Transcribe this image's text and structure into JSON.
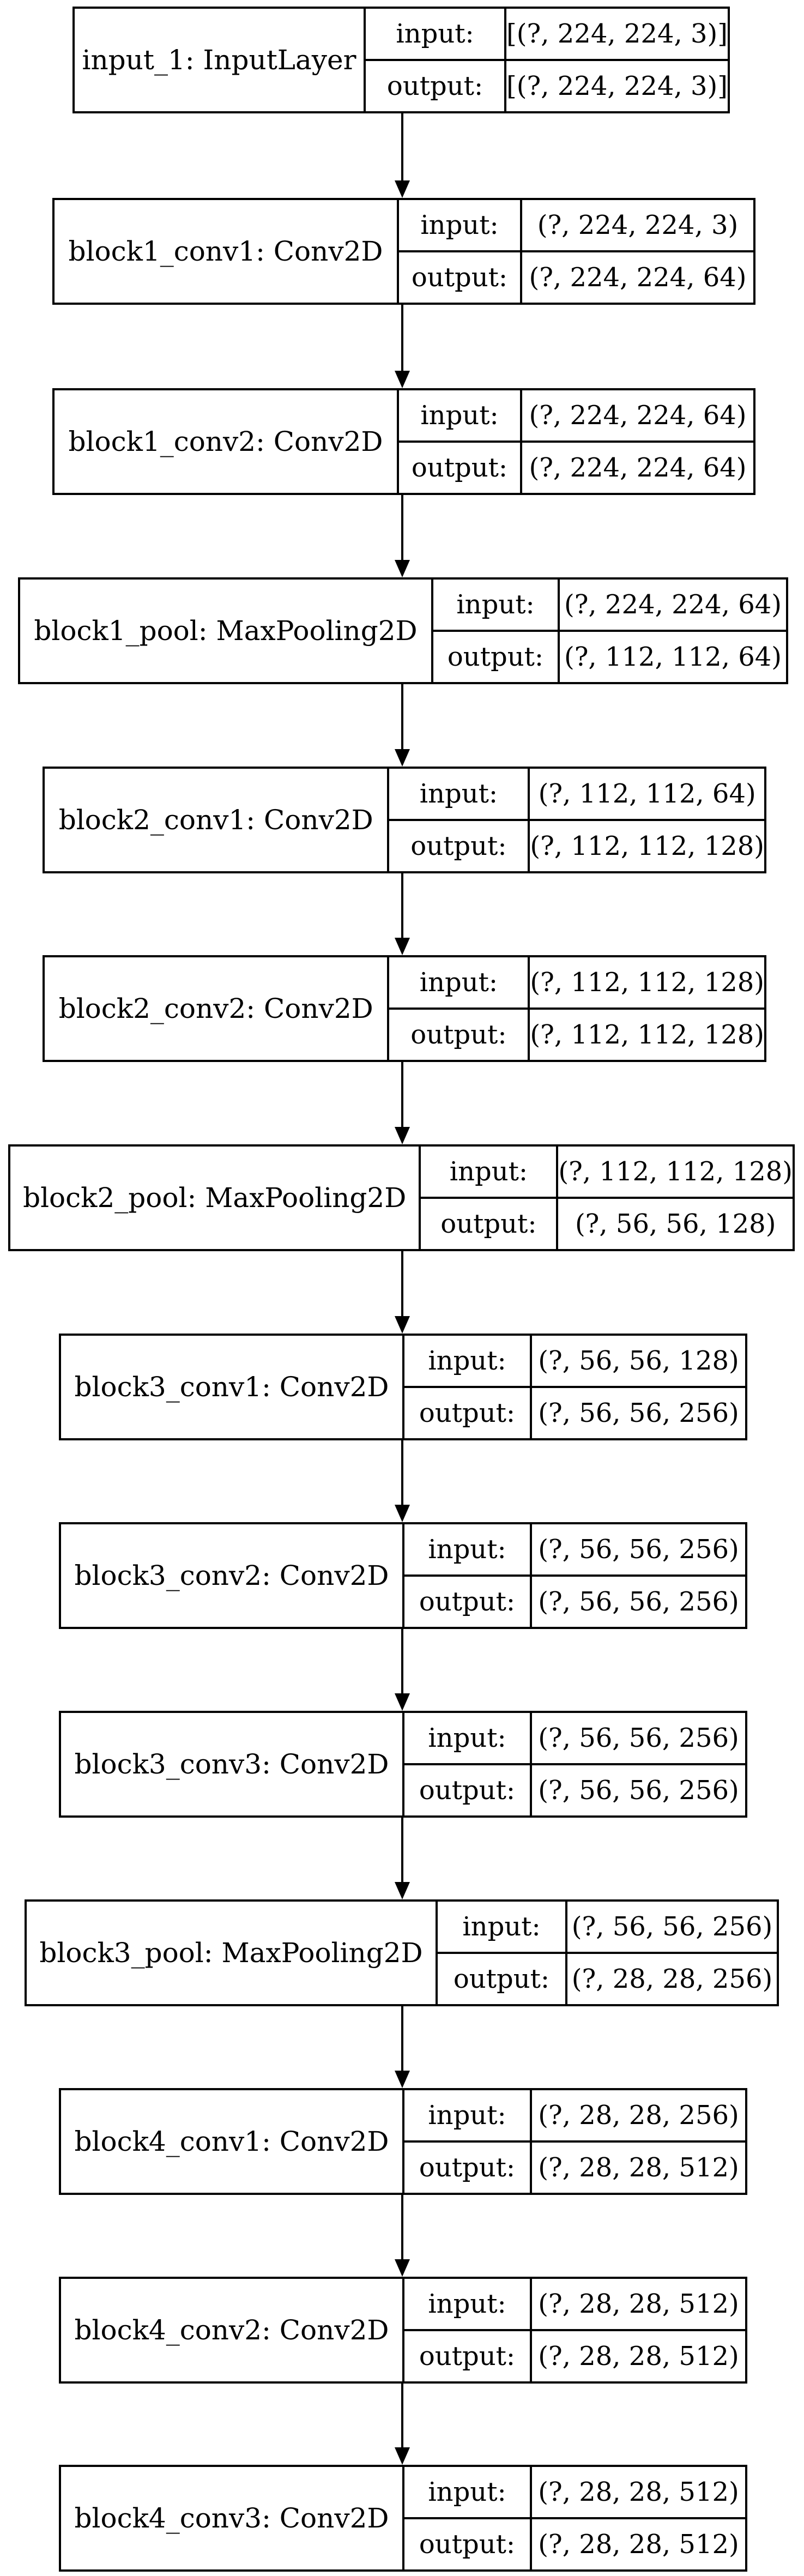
{
  "diagram": {
    "io_labels": {
      "input": "input:",
      "output": "output:"
    },
    "layers": [
      {
        "name": "input_1: InputLayer",
        "input": "[(?, 224, 224, 3)]",
        "output": "[(?, 224, 224, 3)]"
      },
      {
        "name": "block1_conv1: Conv2D",
        "input": "(?, 224, 224, 3)",
        "output": "(?, 224, 224, 64)"
      },
      {
        "name": "block1_conv2: Conv2D",
        "input": "(?, 224, 224, 64)",
        "output": "(?, 224, 224, 64)"
      },
      {
        "name": "block1_pool: MaxPooling2D",
        "input": "(?, 224, 224, 64)",
        "output": "(?, 112, 112, 64)"
      },
      {
        "name": "block2_conv1: Conv2D",
        "input": "(?, 112, 112, 64)",
        "output": "(?, 112, 112, 128)"
      },
      {
        "name": "block2_conv2: Conv2D",
        "input": "(?, 112, 112, 128)",
        "output": "(?, 112, 112, 128)"
      },
      {
        "name": "block2_pool: MaxPooling2D",
        "input": "(?, 112, 112, 128)",
        "output": "(?, 56, 56, 128)"
      },
      {
        "name": "block3_conv1: Conv2D",
        "input": "(?, 56, 56, 128)",
        "output": "(?, 56, 56, 256)"
      },
      {
        "name": "block3_conv2: Conv2D",
        "input": "(?, 56, 56, 256)",
        "output": "(?, 56, 56, 256)"
      },
      {
        "name": "block3_conv3: Conv2D",
        "input": "(?, 56, 56, 256)",
        "output": "(?, 56, 56, 256)"
      },
      {
        "name": "block3_pool: MaxPooling2D",
        "input": "(?, 56, 56, 256)",
        "output": "(?, 28, 28, 256)"
      },
      {
        "name": "block4_conv1: Conv2D",
        "input": "(?, 28, 28, 256)",
        "output": "(?, 28, 28, 512)"
      },
      {
        "name": "block4_conv2: Conv2D",
        "input": "(?, 28, 28, 512)",
        "output": "(?, 28, 28, 512)"
      },
      {
        "name": "block4_conv3: Conv2D",
        "input": "(?, 28, 28, 512)",
        "output": "(?, 28, 28, 512)"
      }
    ]
  }
}
